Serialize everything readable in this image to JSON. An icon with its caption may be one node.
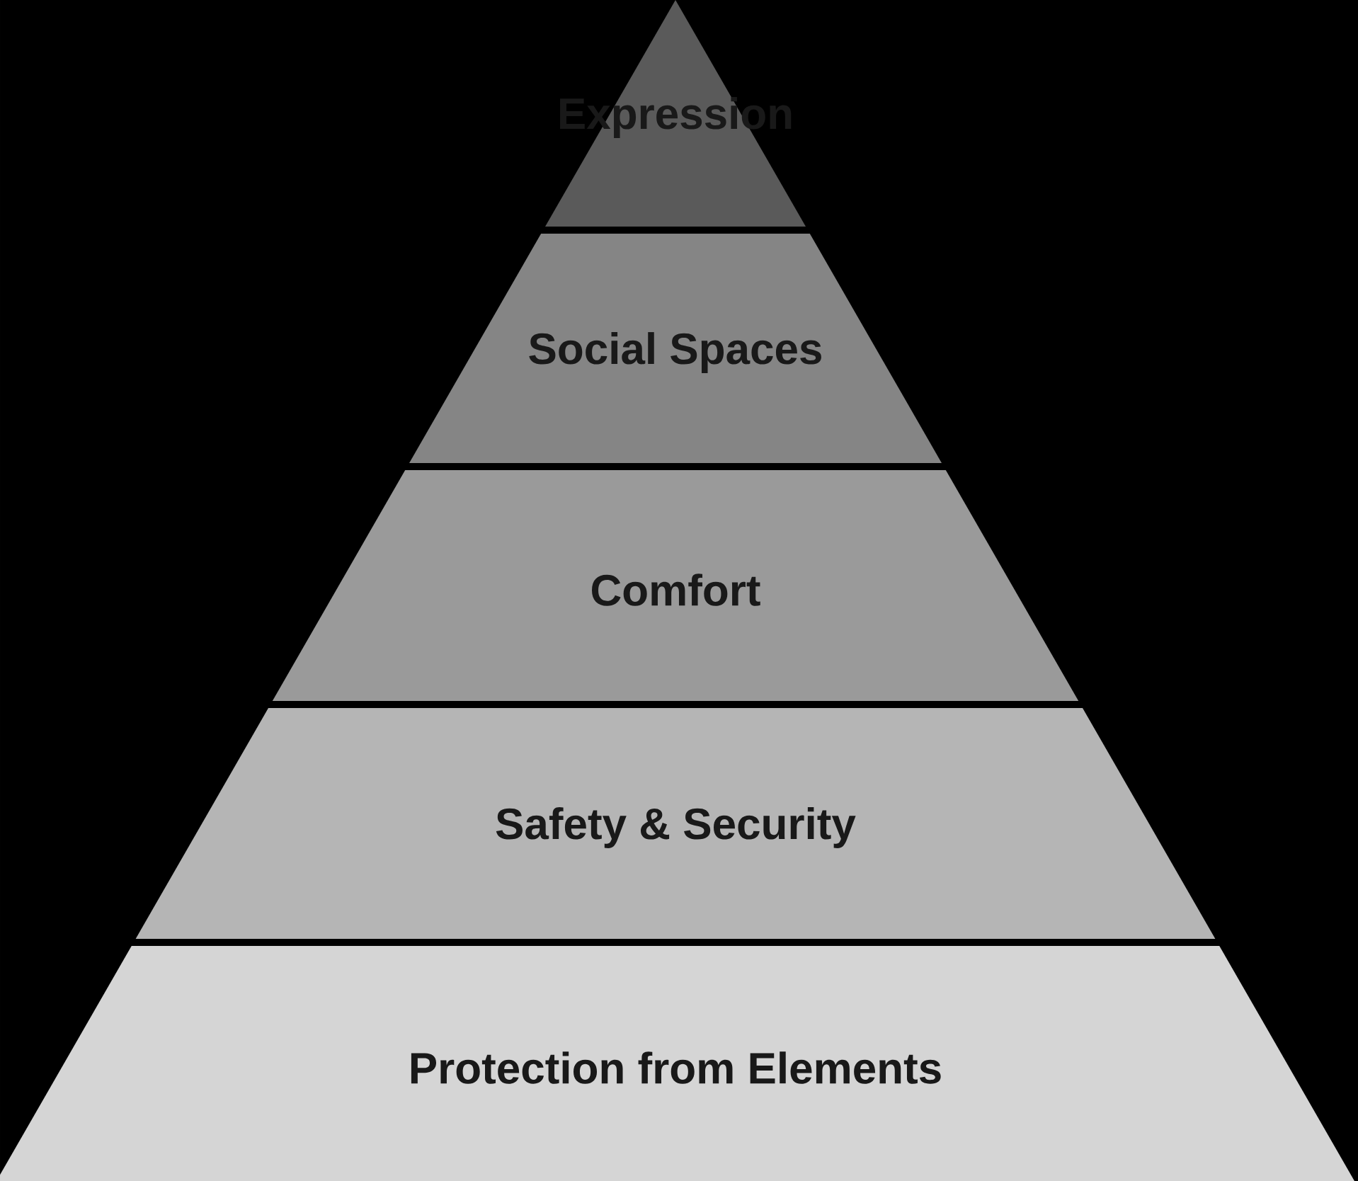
{
  "diagram": {
    "nodes": [
      {
        "text": [
          "Expression"
        ]
      },
      {
        "text": [
          "Social Spaces"
        ]
      },
      {
        "text": [
          "Comfort"
        ]
      },
      {
        "text": [
          "Safety & Security"
        ]
      },
      {
        "text": [
          "Protection from Elements"
        ]
      }
    ]
  }
}
